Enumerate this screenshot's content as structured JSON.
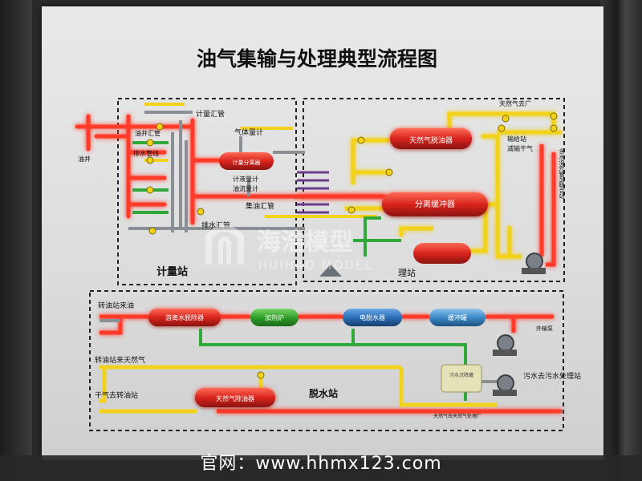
{
  "title": "油气集输与处理典型流程图",
  "metering": {
    "station_label": "计量站",
    "meter_manifold": "计量汇管",
    "gas_meter": "气体量计",
    "oil_well_manifold": "油井汇管",
    "drain_line": "排水管线",
    "well_label": "油井",
    "separator_label": "计量分离器",
    "liquid_meter": "计液量计",
    "oil_meter": "油流量计",
    "oil_gather": "集油汇管",
    "drain_manifold": "排水汇管"
  },
  "processing": {
    "gas_dehydrator_top": "天然气脱油器",
    "separator_buffer": "分离缓冲器",
    "third_vessel": "",
    "station_tail": "理站",
    "gas_to_plant": "天然气去厂",
    "right_vertical": "含水油外输至联合站",
    "dry_gas_label": "输给站\n减输干气"
  },
  "dehydration": {
    "station_label": "脱水站",
    "oil_from_transfer": "转油站来油",
    "gas_from_transfer": "转油站来天然气",
    "dry_gas_to_transfer": "干气去转油站",
    "free_water_knockout": "游离水脱除器",
    "heating_furnace": "加热炉",
    "electric_dehydrator": "电脱水器",
    "buffer_tank": "缓冲罐",
    "gas_dehydrator": "天然气除油器",
    "water_tank": "污水沉降罐",
    "export_pump": "外输泵",
    "sewage_label": "污水去污水处理站",
    "bottom_note": "天然气去天然气处理厂"
  },
  "watermark": {
    "cn": "海浩模型",
    "en": "HUIHAO MODEL"
  },
  "footer": "官网：www.hhmx123.com",
  "colors": {
    "pipe_red": "#ff3b2a",
    "pipe_yellow": "#f2d21a",
    "pipe_green": "#2faa3a",
    "pipe_grey": "#8a8f94",
    "vessel_red": "#d8241d",
    "vessel_green": "#2f9e2a",
    "vessel_blue": "#2a6fb8",
    "glow": "#ffb36a"
  }
}
